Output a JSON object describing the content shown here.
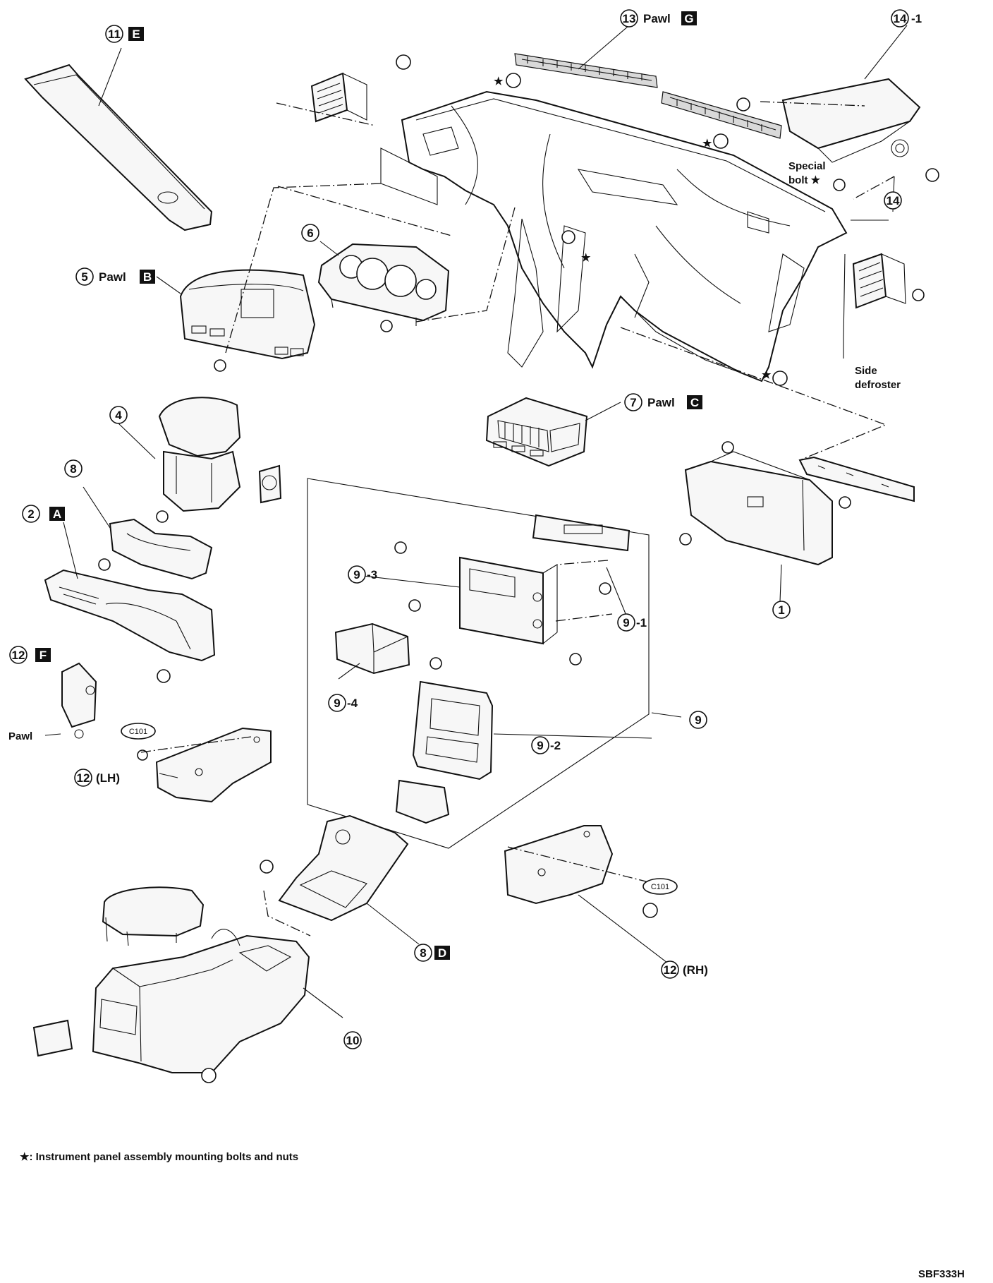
{
  "footnote": "★: Instrument panel assembly mounting bolts and nuts",
  "figure_code": "SBF333H",
  "callouts": {
    "c1": {
      "num": "1",
      "text": ""
    },
    "c2": {
      "num": "2",
      "letter": "A"
    },
    "c4": {
      "num": "4"
    },
    "c5": {
      "num": "5",
      "text": "Pawl",
      "letter": "B"
    },
    "c6": {
      "num": "6"
    },
    "c7": {
      "num": "7",
      "text": "Pawl",
      "letter": "C"
    },
    "c8a": {
      "num": "8"
    },
    "c8b": {
      "num": "8",
      "letter": "D"
    },
    "c9": {
      "num": "9"
    },
    "c9_1": {
      "num": "9",
      "suffix": "-1"
    },
    "c9_2": {
      "num": "9",
      "suffix": "-2"
    },
    "c9_3": {
      "num": "9",
      "suffix": "-3"
    },
    "c9_4": {
      "num": "9",
      "suffix": "-4"
    },
    "c10": {
      "num": "10"
    },
    "c11": {
      "num": "11",
      "letter": "E"
    },
    "c12": {
      "num": "12",
      "letter": "F"
    },
    "c12lh": {
      "num": "12",
      "text": "(LH)"
    },
    "c12rh": {
      "num": "12",
      "text": "(RH)"
    },
    "c13": {
      "num": "13",
      "text": "Pawl",
      "letter": "G"
    },
    "c14": {
      "num": "14"
    },
    "c14_1": {
      "num": "14",
      "suffix": "-1"
    }
  },
  "labels": {
    "special_bolt_1": "Special",
    "special_bolt_2": "bolt ★",
    "side_defroster_1": "Side",
    "side_defroster_2": "defroster",
    "pawl": "Pawl",
    "clip_lh": "C101",
    "clip_rh": "C101",
    "star": "★"
  }
}
